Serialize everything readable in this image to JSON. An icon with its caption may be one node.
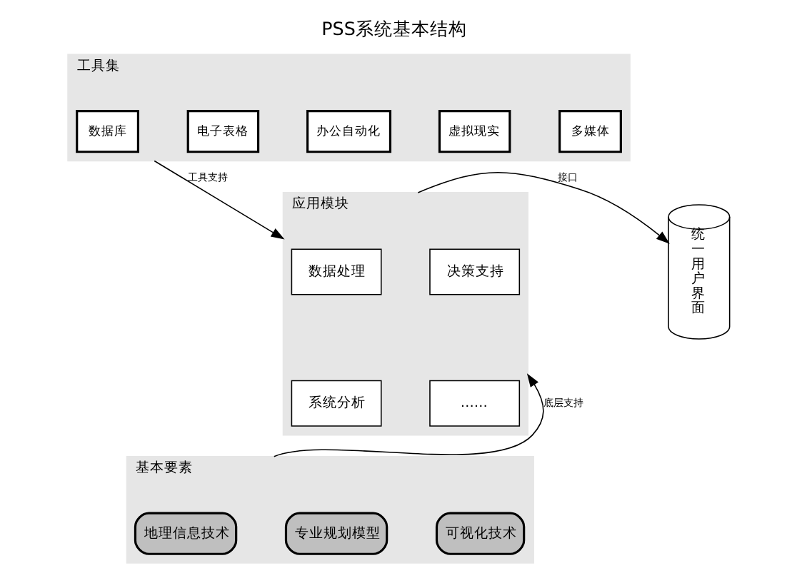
{
  "diagram": {
    "title": "PSS系统基本结构",
    "nodes": [
      {
        "text": [
          "工具集"
        ]
      },
      {
        "text": [
          "数据库"
        ],
        "in": 0
      },
      {
        "text": [
          "电子表格"
        ],
        "in": 0
      },
      {
        "text": [
          "办公自动化"
        ],
        "in": 0
      },
      {
        "text": [
          "虚拟现实"
        ],
        "in": 0
      },
      {
        "text": [
          "多媒体"
        ],
        "in": 0
      },
      {
        "text": [
          "应用模块"
        ]
      },
      {
        "text": [
          "数据处理"
        ],
        "in": 6
      },
      {
        "text": [
          "决策支持"
        ],
        "in": 6
      },
      {
        "text": [
          "系统分析"
        ],
        "in": 6
      },
      {
        "text": [
          "……"
        ],
        "in": 6
      },
      {
        "text": [
          "统一用户界面"
        ]
      },
      {
        "text": [
          "基本要素"
        ]
      },
      {
        "text": [
          "地理信息技术"
        ],
        "in": 12
      },
      {
        "text": [
          "专业规划模型"
        ],
        "in": 12
      },
      {
        "text": [
          "可视化技术"
        ],
        "in": 12
      }
    ],
    "edges": [
      {
        "from": 0,
        "to": 6,
        "label": "工具支持",
        "arrow": "to"
      },
      {
        "from": 12,
        "to": 6,
        "label": "底层支持",
        "arrow": "to"
      },
      {
        "from": 6,
        "to": 11,
        "label": "接口",
        "arrow": "to"
      }
    ]
  }
}
